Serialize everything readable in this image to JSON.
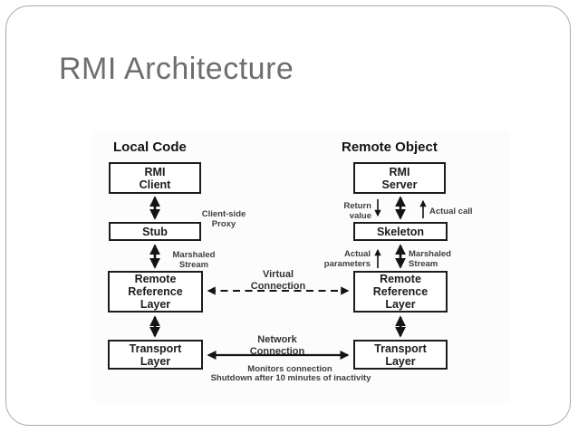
{
  "title": "RMI Architecture",
  "diagram": {
    "local_header": "Local Code",
    "remote_header": "Remote Object",
    "boxes": {
      "rmi_client": "RMI\nClient",
      "stub": "Stub",
      "rrl_left": "Remote\nReference\nLayer",
      "transport_left": "Transport\nLayer",
      "rmi_server": "RMI\nServer",
      "skeleton": "Skeleton",
      "rrl_right": "Remote\nReference\nLayer",
      "transport_right": "Transport\nLayer"
    },
    "labels": {
      "client_side_proxy": "Client-side\nProxy",
      "marshaled_stream_left": "Marshaled\nStream",
      "return_value": "Return\nvalue",
      "actual_call": "Actual call",
      "actual_parameters": "Actual\nparameters",
      "marshaled_stream_right": "Marshaled\nStream",
      "virtual_connection": "Virtual\nConnection",
      "network_connection": "Network\nConnection",
      "monitors_connection": "Monitors connection",
      "shutdown_note": "Shutdown after 10 minutes of inactivity"
    },
    "colors": {
      "box_border": "#1c1c1c",
      "arrow": "#141414",
      "box_text": "#1c1c1c",
      "annotation_text": "#3e3e3e",
      "title_text": "#6e6e6e",
      "slide_border": "#acacac",
      "background": "#ffffff"
    }
  }
}
